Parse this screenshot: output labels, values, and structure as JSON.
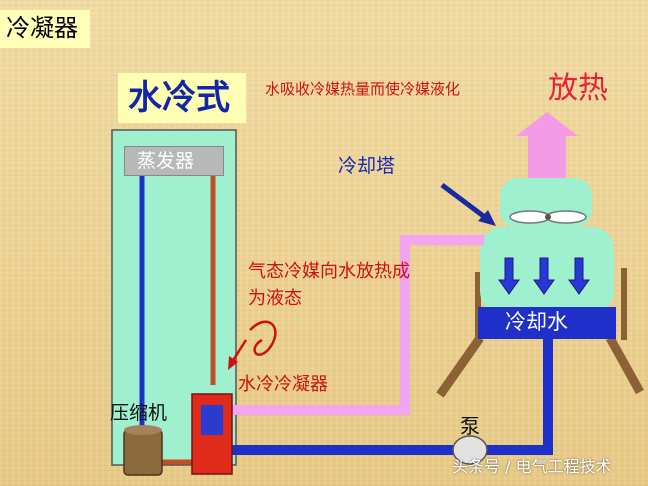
{
  "section_title": "冷凝器",
  "type_title": "水冷式",
  "absorb_text": "水吸收冷媒热量而使冷媒液化",
  "heat_release": "放热",
  "cooling_tower_label": "冷却塔",
  "evaporator_label": "蒸发器",
  "gas_text": "气态冷媒向水放热成为液态",
  "condenser_label": "水冷冷凝器",
  "cooling_water_label": "冷却水",
  "compressor_label": "压缩机",
  "pump_label": "泵",
  "watermark": "头条号 / 电气工程技术",
  "colors": {
    "red_text": "#d01010",
    "blue_text": "#1428b5",
    "warm_water_pipe": "#f2a5f0",
    "cold_water_pipe": "#1f2fc9",
    "refrigerant_pipe": "#c24d2a",
    "unit_fill": "#9ff0cf",
    "cooling_water_band": "#1f2fc9"
  }
}
